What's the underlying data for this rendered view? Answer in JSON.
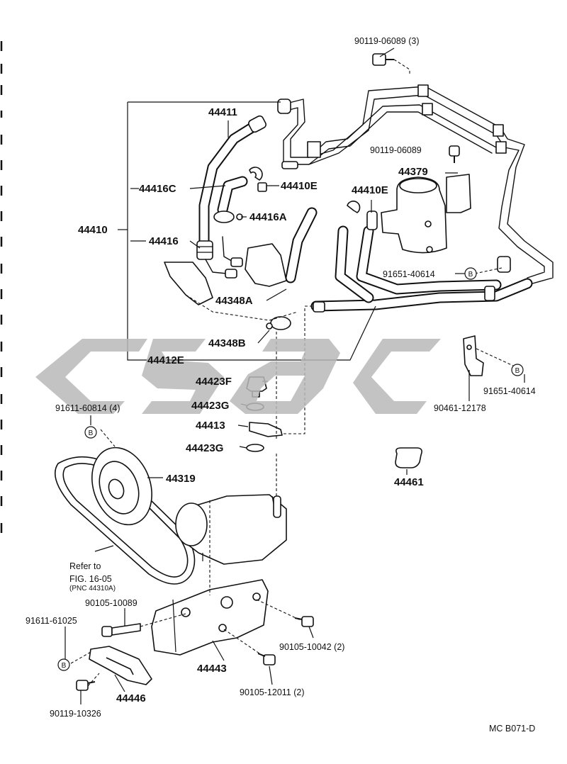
{
  "diagram": {
    "labels": {
      "bolt_top_3": "90119-06089 (3)",
      "bolt_top_1": "90119-06089",
      "hose_44411": "44411",
      "hose_44416C": "44416C",
      "clamp_44410E_a": "44410E",
      "clamp_44410E_b": "44410E",
      "reservoir_44379": "44379",
      "clamp_44416A": "44416A",
      "assy_44410": "44410",
      "hose_44416": "44416",
      "clip_91651_a": "91651-40614",
      "marker_b1": "B",
      "hose_44348A": "44348A",
      "clamp_44348B": "44348B",
      "hose_44412E": "44412E",
      "clip_91651_b": "91651-40614",
      "marker_b2": "B",
      "clamp_90461": "90461-12178",
      "bolt_44423F": "44423F",
      "gasket_44423G_a": "44423G",
      "union_44413": "44413",
      "gasket_44423G_b": "44423G",
      "bolt_91611_60814": "91611-60814 (4)",
      "marker_b3": "B",
      "pulley_44319": "44319",
      "cap_44461": "44461",
      "refer_1": "Refer to",
      "refer_2": "FIG. 16-05",
      "refer_3": "(PNC 44310A)",
      "bolt_90105_10089": "90105-10089",
      "bolt_91611_61025": "91611-61025",
      "marker_b4": "B",
      "bracket_44443": "44443",
      "bolt_90105_10042": "90105-10042 (2)",
      "bracket_44446": "44446",
      "bolt_90105_12011": "90105-12011 (2)",
      "bolt_90119_10326": "90119-10326",
      "figure_code": "MC  B071-D"
    },
    "watermark": "CSGC",
    "colors": {
      "ink": "#111111",
      "watermark": "#b9b9b9",
      "paper": "#ffffff"
    }
  }
}
